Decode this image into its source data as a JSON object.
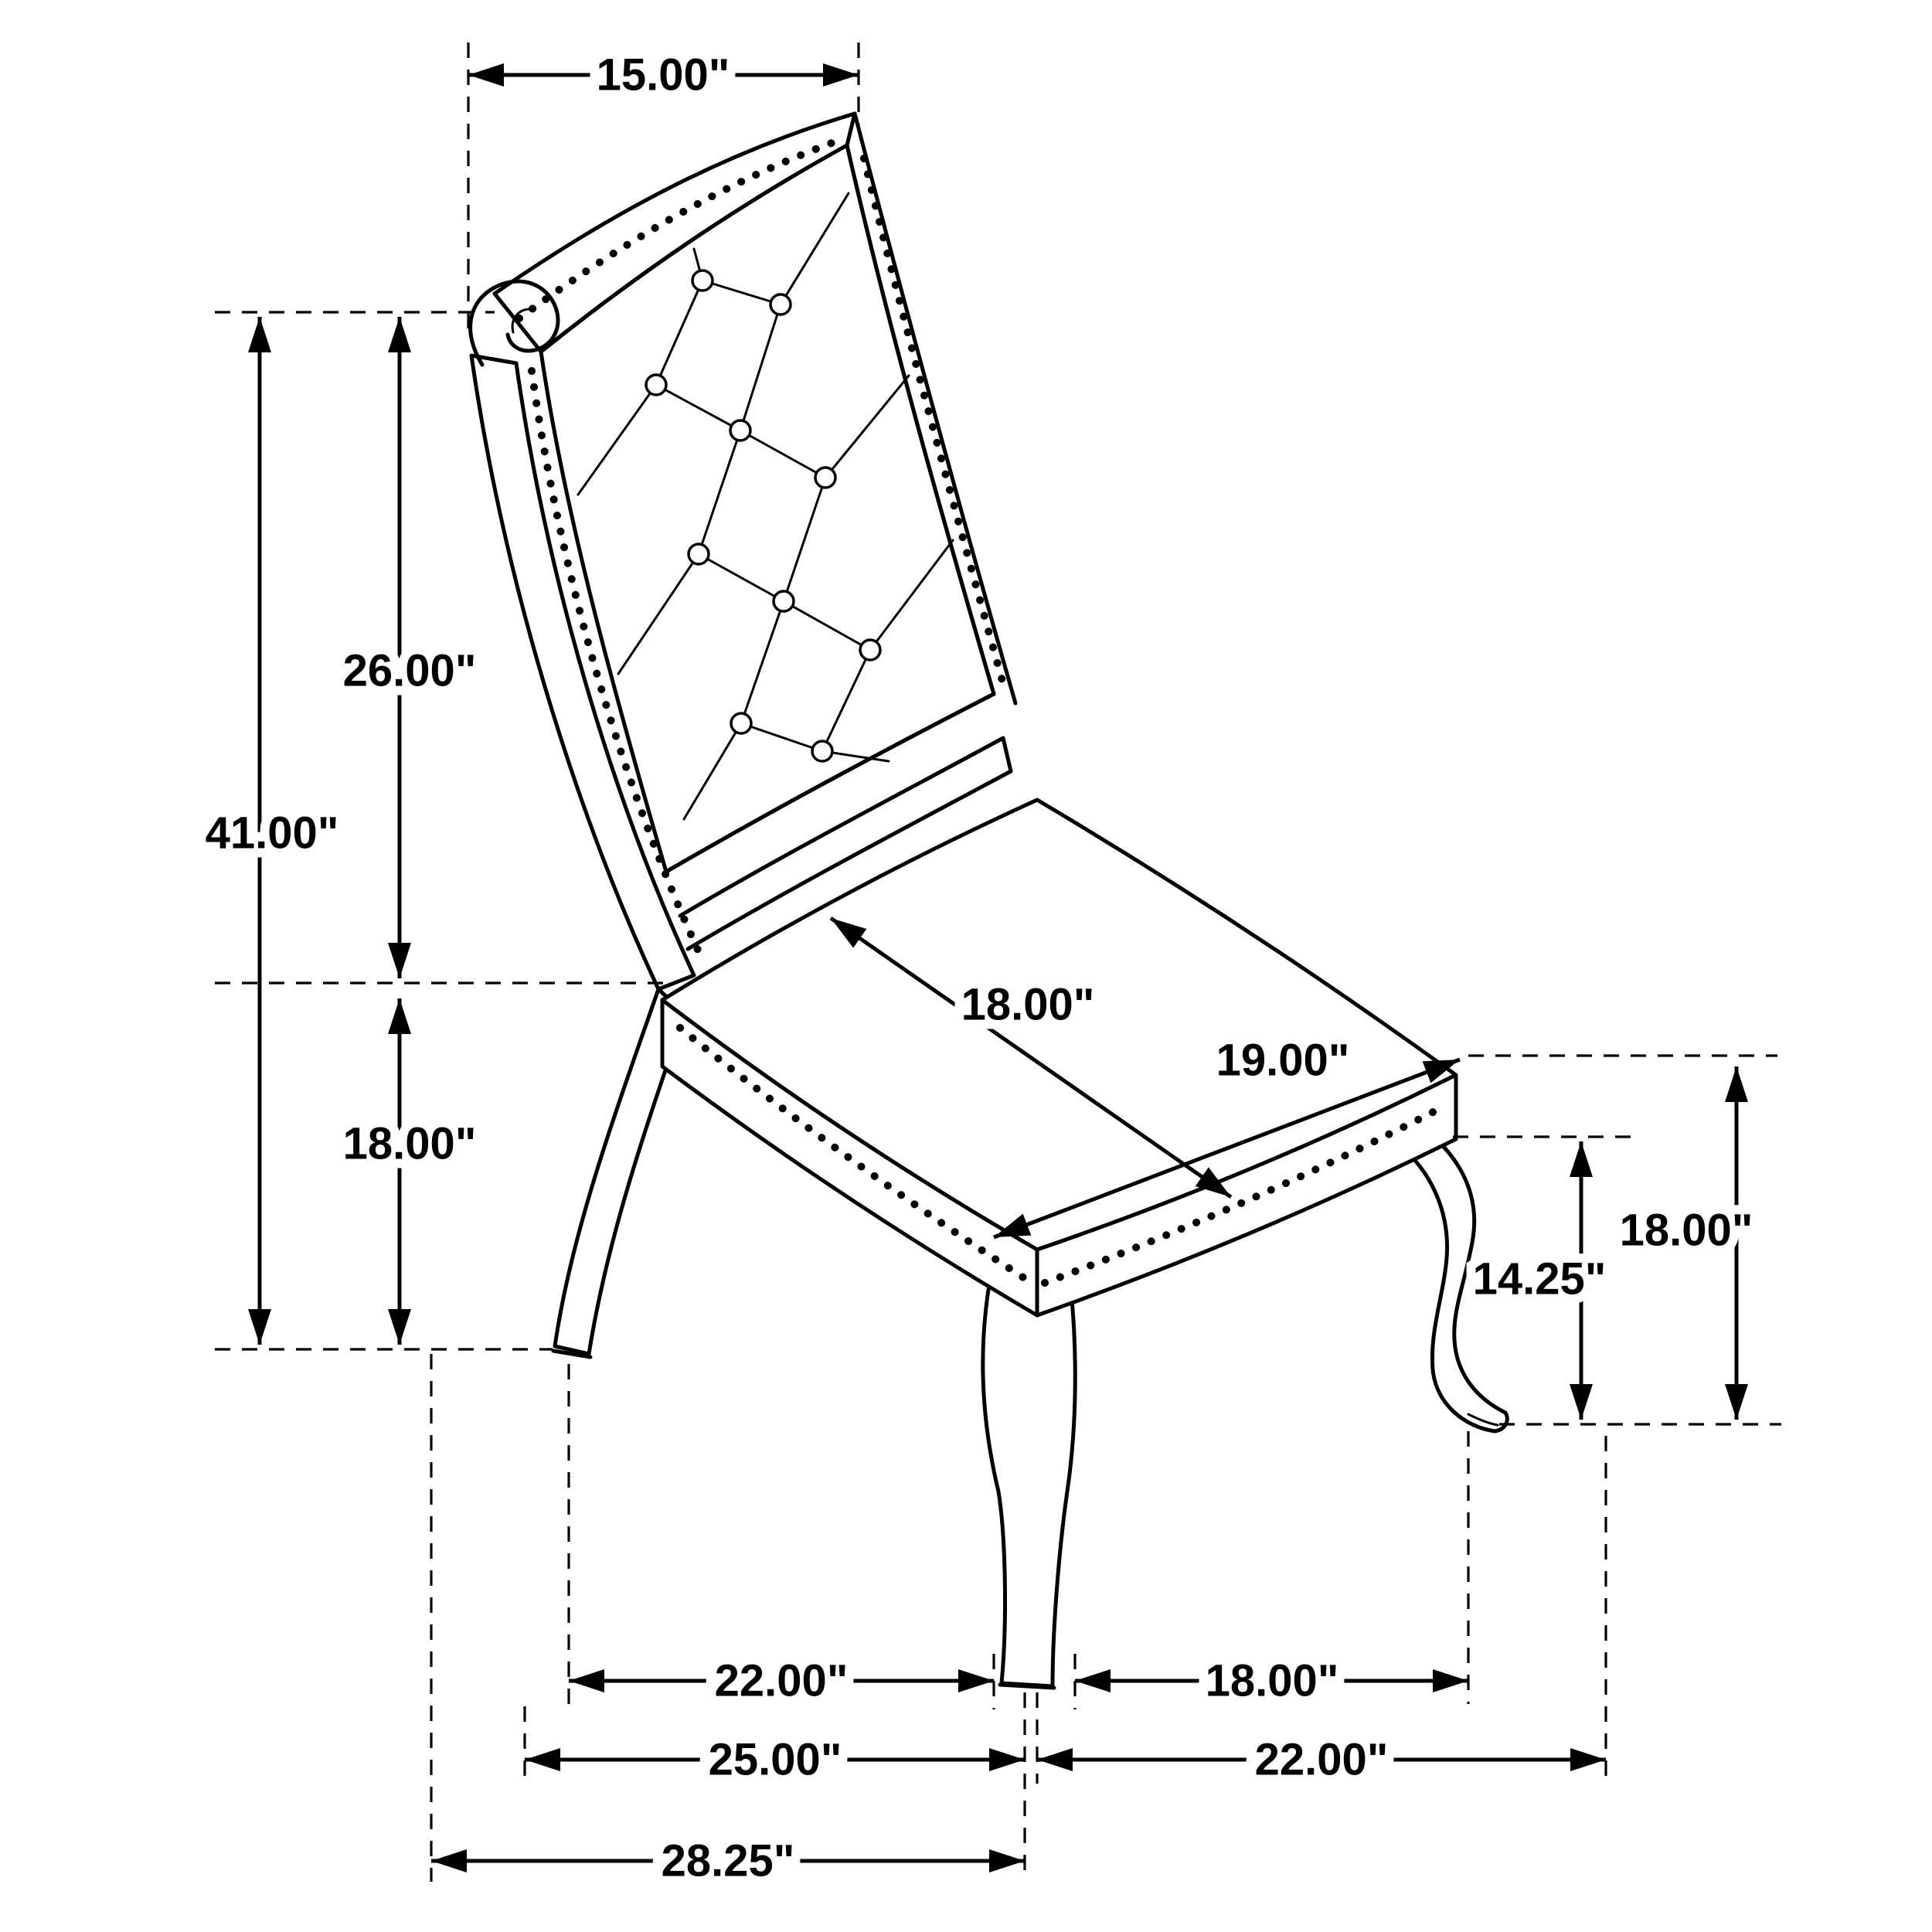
{
  "diagram_subject": "upholstered tufted dining side chair dimension drawing",
  "colors": {
    "line": "#000000",
    "background": "#ffffff",
    "text": "#000000"
  },
  "dims": {
    "back_top_width": "15.00\"",
    "back_height": "26.00\"",
    "overall_height": "41.00\"",
    "seat_height_side": "18.00\"",
    "seat_depth": "18.00\"",
    "seat_width": "19.00\"",
    "front_leg_height": "14.25\"",
    "seat_height_front": "18.00\"",
    "back_leg_to_front_leg": "22.00\"",
    "front_legs_spacing": "18.00\"",
    "base_depth": "25.00\"",
    "base_width": "22.00\"",
    "overall_depth": "28.25\""
  }
}
